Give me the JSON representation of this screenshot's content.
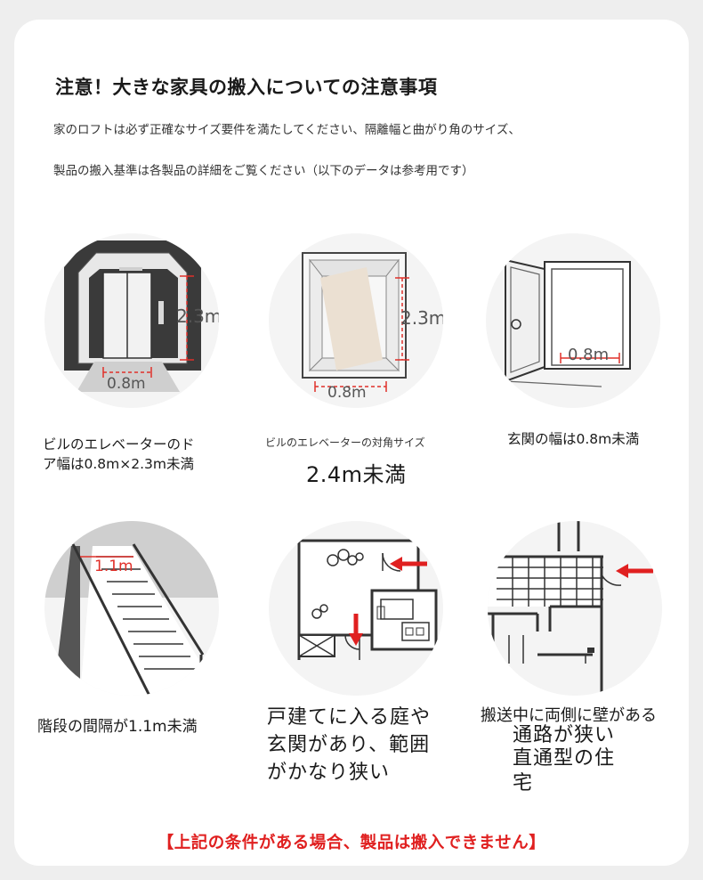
{
  "header": {
    "title": "注意！大きな家具の搬入についての注意事項",
    "intro_line1": "家のロフトは必ず正確なサイズ要件を満たしてください、隔離幅と曲がり角のサイズ、",
    "intro_line2": "製品の搬入基準は各製品の詳細をご覧ください（以下のデータは参考用です）"
  },
  "items": [
    {
      "icon": "elevator-door-icon",
      "dim_height": "2.3m",
      "dim_width": "0.8m",
      "caption_line1": "ビルのエレベーターのド",
      "caption_line2": "ア幅は0.8m×2.3m未満"
    },
    {
      "icon": "elevator-diagonal-icon",
      "dim_height": "2.3m",
      "dim_width": "0.8m",
      "caption_small": "ビルのエレベーターの対角サイズ",
      "caption_big": "2.4m未満"
    },
    {
      "icon": "entrance-door-icon",
      "dim_width": "0.8m",
      "caption": "玄関の幅は0.8m未満"
    },
    {
      "icon": "staircase-icon",
      "dim_width": "1.1m",
      "caption": "階段の間隔が1.1m未満"
    },
    {
      "icon": "house-floorplan-icon",
      "caption_line1": "戸建てに入る庭や",
      "caption_line2": "玄関があり、範囲",
      "caption_line3": "がかなり狭い"
    },
    {
      "icon": "corridor-floorplan-icon",
      "caption_line1": "搬送中に両側に壁がある",
      "caption_line2": "通路が狭い",
      "caption_line3": "直通型の住",
      "caption_line4": "宅"
    }
  ],
  "footer": {
    "text": "【上記の条件がある場合、製品は搬入できません】"
  },
  "colors": {
    "accent": "#e02020",
    "dimension": "#e0302a",
    "diagram_fill": "#ebe0d2"
  }
}
